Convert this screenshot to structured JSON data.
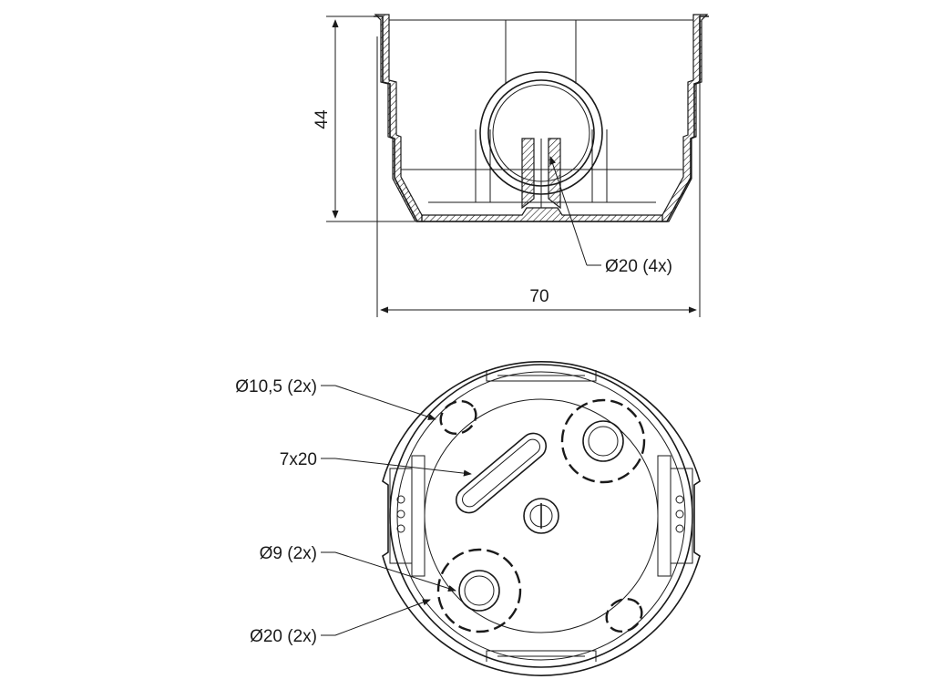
{
  "dimensions": {
    "height": "44",
    "width": "70"
  },
  "callouts": {
    "side_hole": "Ø20 (4x)",
    "hole_10_5": "Ø10,5 (2x)",
    "slot": "7x20",
    "hole_9": "Ø9 (2x)",
    "hole_20": "Ø20 (2x)"
  },
  "colors": {
    "line": "#1a1a1a",
    "background": "#ffffff"
  }
}
